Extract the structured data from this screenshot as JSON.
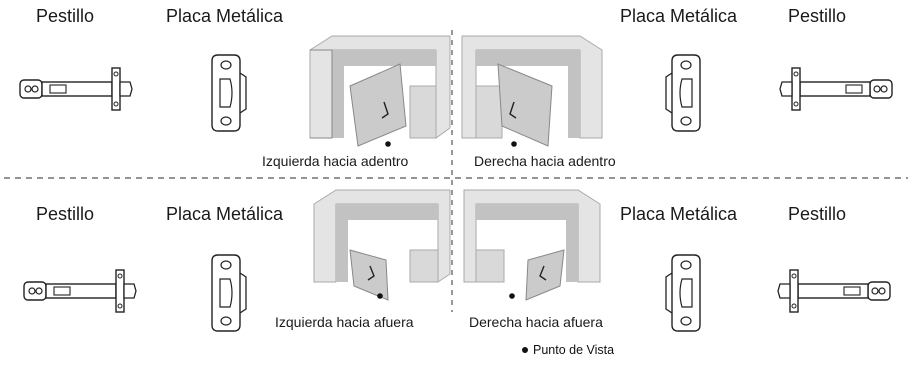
{
  "labels": {
    "latch": "Pestillo",
    "strike_plate": "Placa Metálica"
  },
  "captions": {
    "left_in": "Izquierda hacia adentro",
    "right_in": "Derecha hacia adentro",
    "left_out": "Izquierda hacia afuera",
    "right_out": "Derecha hacia afuera"
  },
  "legend": {
    "viewpoint": "Punto de Vista"
  },
  "colors": {
    "wall_top": "#e3e3e3",
    "wall_front": "#cfcfcf",
    "wall_inner": "#bdbdbd",
    "door": "#c4c4c4",
    "line": "#222222",
    "divider": "#555555"
  }
}
